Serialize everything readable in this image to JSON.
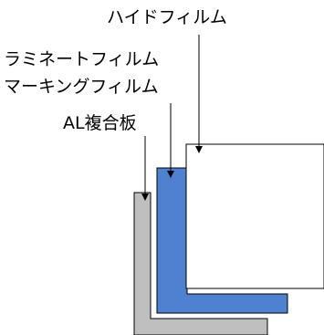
{
  "labels": {
    "hide_film": "ハイドフィルム",
    "laminate_film": "ラミネートフィルム",
    "marking_film": "マーキングフィルム",
    "al_composite": "AL複合板"
  },
  "colors": {
    "al_composite_fill": "#bfbfbf",
    "marking_film_fill": "#4f81d1",
    "hide_film_fill": "#ffffff",
    "stroke": "#000000"
  }
}
